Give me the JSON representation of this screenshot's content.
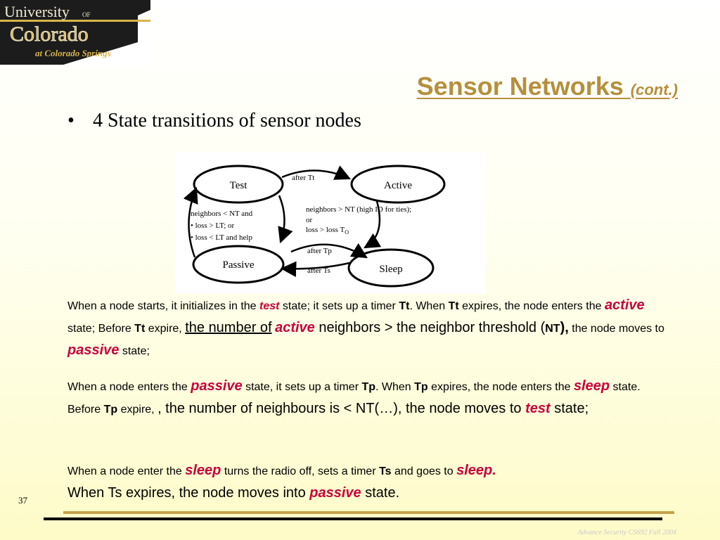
{
  "logo": {
    "line1": "University",
    "of": "OF",
    "line2": "Colorado",
    "line3": "at Colorado Springs",
    "colors": {
      "bg": "#1c1c1c",
      "gold": "#d9b44a",
      "cream": "#f3ecd2"
    }
  },
  "title": {
    "main": "Sensor Networks",
    "cont": "(cont.)"
  },
  "bullet": {
    "marker": "•",
    "text": "4 State transitions  of sensor nodes"
  },
  "diagram": {
    "states": {
      "test": "Test",
      "active": "Active",
      "passive": "Passive",
      "sleep": "Sleep"
    },
    "labels": {
      "after_tt": "after Tt",
      "left1": "neighbors < NT and",
      "left2": "• loss > LT; or",
      "left3": "• loss < LT and help",
      "right1": "neighbors  >  NT  (high  ID  for  ties);",
      "right2": "or",
      "right3": "loss > loss T",
      "right3_sub": "O",
      "after_tp": "after Tp",
      "after_ts": "after Ts"
    }
  },
  "para1": {
    "a": "When a node starts, it initializes in the ",
    "test": "test",
    "b": " state; it sets up a timer ",
    "tt1": "Tt",
    "c": ". When ",
    "tt2": "Tt",
    "d": " expires, the node enters the ",
    "active1": "active",
    "e": " state; Before ",
    "tt3": "Tt",
    "f": " expire, ",
    "number_of": "the number of",
    "g": " ",
    "active2": "active",
    "h": " neighbors > the neighbor threshold (",
    "nt": "NT",
    "i": "),",
    "j": " the node moves to ",
    "passive": "passive",
    "k": " state;"
  },
  "para2": {
    "a": "When a node enters the ",
    "passive": "passive",
    "b": " state, it sets up a timer ",
    "tp1": "Tp",
    "c": ". When ",
    "tp2": "Tp",
    "d": " expires, the node enters the ",
    "sleep": "sleep",
    "e": " state. Before ",
    "tp3": "Tp",
    "f": " expire, ",
    "g": ", the number of neighbours is < NT(…), the node moves to ",
    "test": "test",
    "h": " state;"
  },
  "para3": {
    "a": "When a node enter the ",
    "sleep1": "sleep",
    "b": " turns the radio off, sets a timer ",
    "ts": "Ts",
    "c": " and goes to ",
    "sleep2": "sleep.",
    "d": "When Ts expires, the node moves into ",
    "passive": "passive",
    "e": " state."
  },
  "slide_number": "37",
  "footer": "Advance Security CS692   Fall 2004",
  "colors": {
    "title": "#b58f3c",
    "emphasis": "#c8003c",
    "rule_gold": "#c4a24b"
  }
}
